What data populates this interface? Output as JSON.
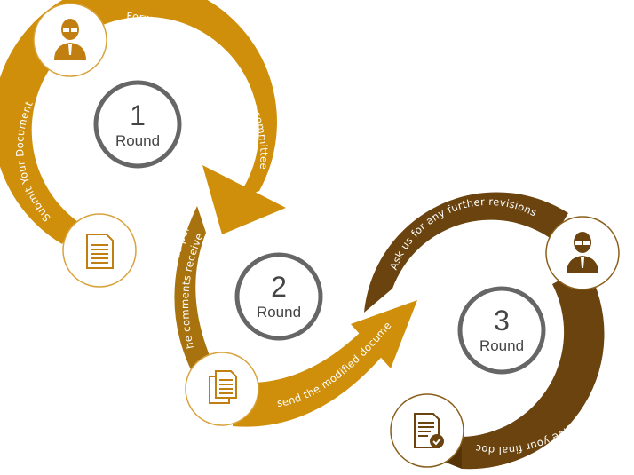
{
  "colors": {
    "gold": "#cf8f0b",
    "gold_dark": "#b67a06",
    "gold_mid": "#a8730f",
    "brown": "#6a430f",
    "brown_dark": "#553508",
    "ring": "#666666",
    "badge_border": "#d9a23a",
    "icon": "#c07f10"
  },
  "rounds": [
    {
      "number": "1",
      "label": "Round"
    },
    {
      "number": "2",
      "label": "Round"
    },
    {
      "number": "3",
      "label": "Round"
    }
  ],
  "steps": {
    "submit": "Submit Your Document",
    "forward": "Forward the edited file to your committee",
    "modify_line1": "Get it modified as per",
    "modify_line2": "the comments received",
    "resend": "Resend the modified document",
    "ask": "Ask us for any further revisions",
    "final": "All changes done you receive your final doc"
  },
  "icons": {
    "person_top": "person-icon",
    "doc_left": "document-icon",
    "docs_mid": "documents-icon",
    "person_right": "person-icon",
    "doc_check": "document-check-icon"
  }
}
